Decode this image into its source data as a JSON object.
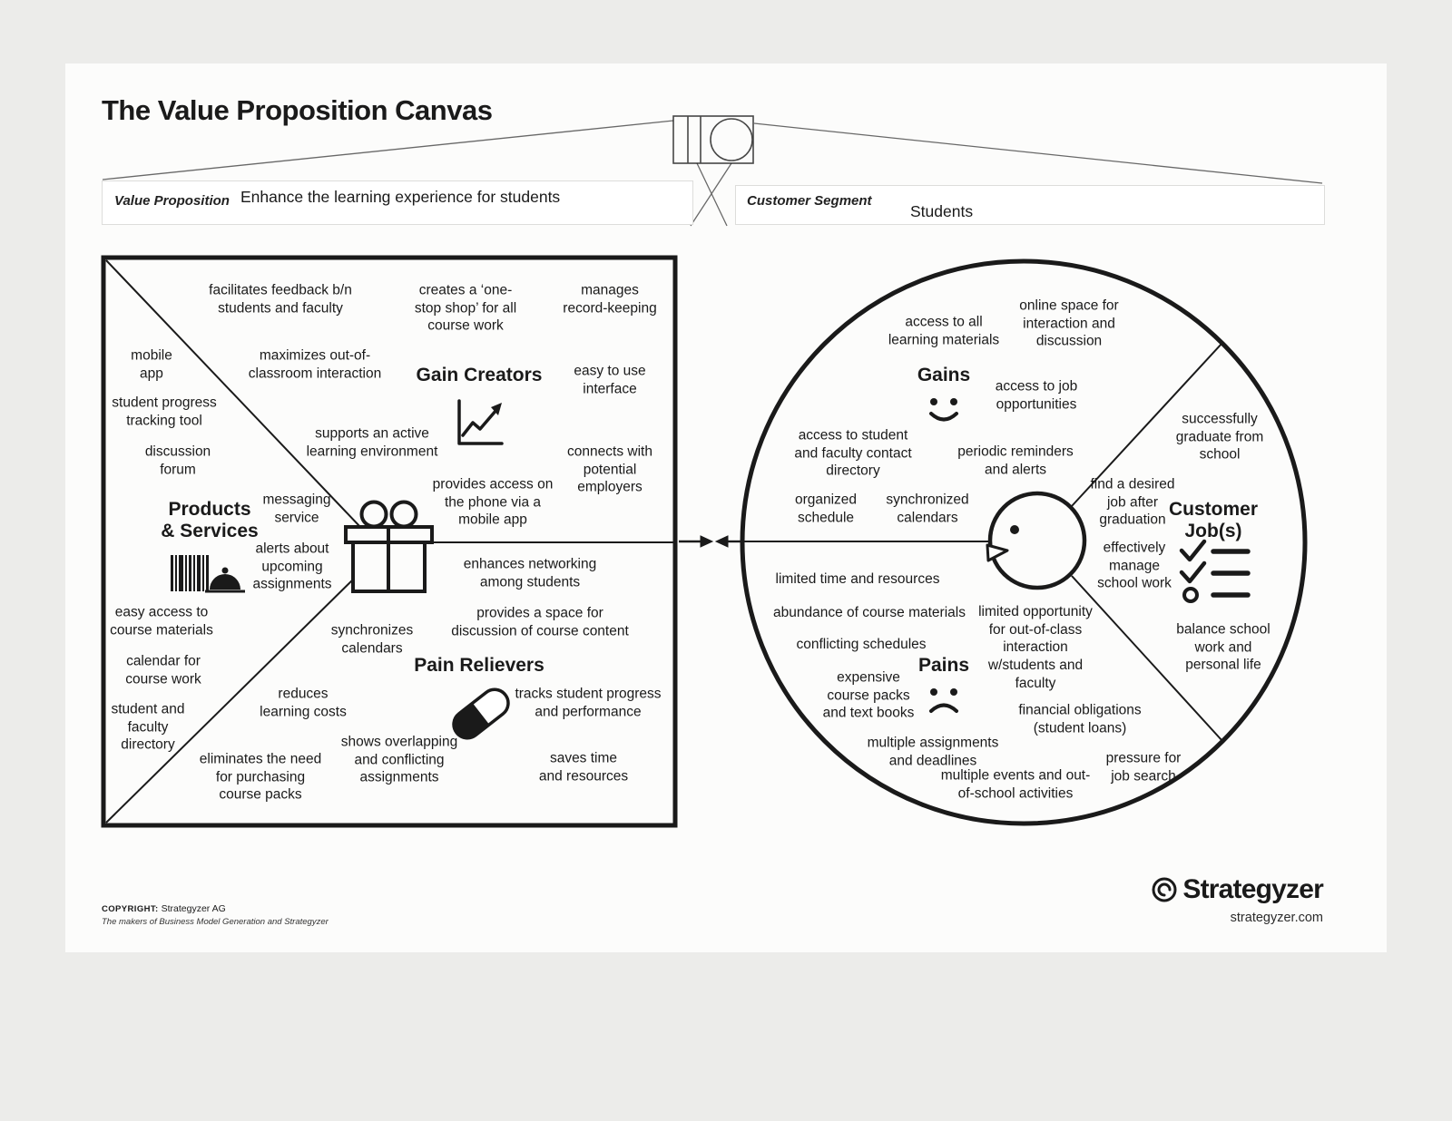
{
  "page": {
    "title": "The Value Proposition Canvas"
  },
  "colors": {
    "ink": "#1a1a1a",
    "line": "#1a1a1a",
    "panel": "#fcfcfb",
    "page_bg": "#ececea",
    "bar_border": "#dddddb"
  },
  "header": {
    "value_proposition": {
      "label": "Value Proposition",
      "value": "Enhance the learning experience for students"
    },
    "customer_segment": {
      "label": "Customer Segment",
      "value": "Students"
    }
  },
  "value_map": {
    "products_services": {
      "heading": "Products\n& Services",
      "items": [
        "mobile\napp",
        "student progress\ntracking tool",
        "discussion\nforum",
        "messaging\nservice",
        "alerts about\nupcoming\nassignments",
        "easy access to\ncourse materials",
        "calendar for\ncourse work",
        "student and\nfaculty\ndirectory"
      ]
    },
    "gain_creators": {
      "heading": "Gain Creators",
      "items": [
        "facilitates feedback b/n\nstudents and faculty",
        "creates a ‘one-\nstop shop’ for all\ncourse work",
        "manages\nrecord-keeping",
        "maximizes out-of-\nclassroom interaction",
        "easy to use\ninterface",
        "supports an active\nlearning environment",
        "connects with\npotential\nemployers",
        "provides access on\nthe phone via a\nmobile app",
        "enhances networking\namong students"
      ]
    },
    "pain_relievers": {
      "heading": "Pain Relievers",
      "items": [
        "synchronizes\ncalendars",
        "provides a space for\ndiscussion of course content",
        "reduces\nlearning costs",
        "tracks student progress\nand performance",
        "shows overlapping\nand conflicting\nassignments",
        "saves time\nand resources",
        "eliminates the need\nfor purchasing\ncourse packs"
      ]
    }
  },
  "customer_profile": {
    "gains": {
      "heading": "Gains",
      "items": [
        "access to all\nlearning materials",
        "online space for\ninteraction and\ndiscussion",
        "access to job\nopportunities",
        "access to student\nand faculty contact\ndirectory",
        "periodic reminders\nand alerts",
        "organized\nschedule",
        "synchronized\ncalendars"
      ]
    },
    "customer_jobs": {
      "heading": "Customer\nJob(s)",
      "items": [
        "successfully\ngraduate from\nschool",
        "find a desired\njob after\ngraduation",
        "effectively\nmanage\nschool work",
        "balance school\nwork and\npersonal life"
      ]
    },
    "pains": {
      "heading": "Pains",
      "items": [
        "limited time and resources",
        "abundance of course materials",
        "conflicting schedules",
        "limited opportunity\nfor out-of-class\ninteraction\nw/students and\nfaculty",
        "expensive\ncourse packs\nand text books",
        "financial obligations\n(student loans)",
        "multiple assignments\nand deadlines",
        "pressure for\njob search",
        "multiple events and out-\nof-school activities"
      ]
    }
  },
  "icons": {
    "value_map_center": "gift-icon",
    "gain_creators": "line-chart-icon",
    "pain_relievers": "pill-icon",
    "products_services": "barcode-icon",
    "gains": "smiley-icon",
    "pains": "frown-icon",
    "customer_jobs": "checklist-icon",
    "customer_center": "head-profile-icon",
    "brand": "strategyzer-mark-icon"
  },
  "footer": {
    "copyright_label": "COPYRIGHT:",
    "copyright_name": "Strategyzer AG",
    "tagline": "The makers of Business Model Generation and Strategyzer",
    "brand": "Strategyzer",
    "website": "strategyzer.com"
  }
}
